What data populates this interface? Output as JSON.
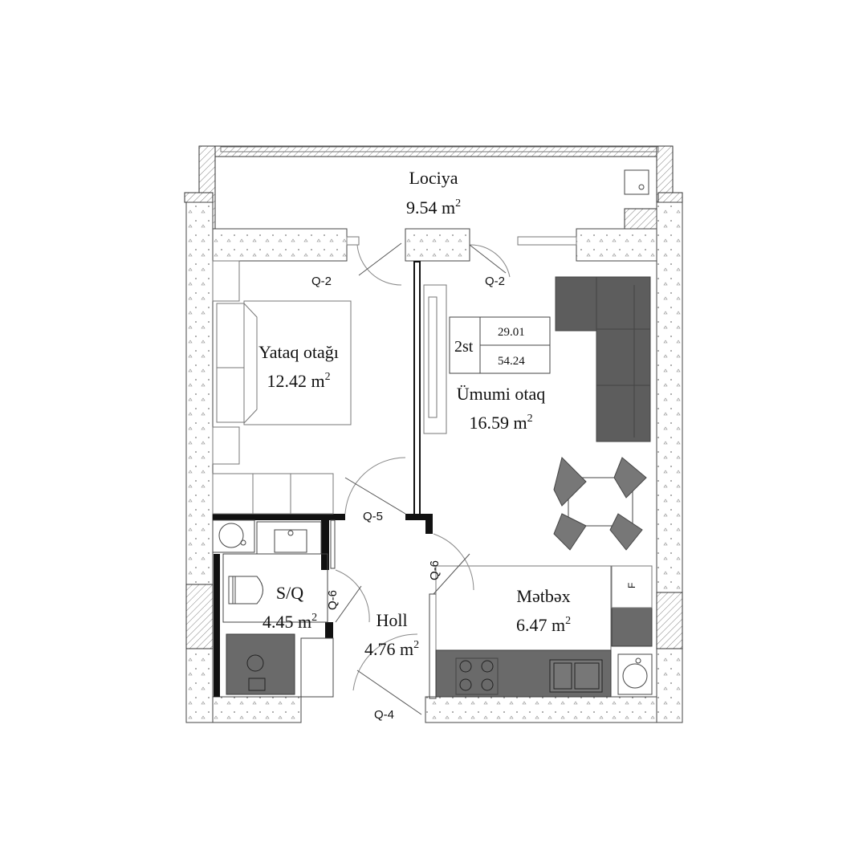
{
  "rooms": {
    "lociya": {
      "name": "Lociya",
      "area": "9.54 m",
      "unit_sup": "2"
    },
    "yataq": {
      "name": "Yataq otağı",
      "area": "12.42 m",
      "unit_sup": "2"
    },
    "umumi": {
      "name": "Ümumi otaq",
      "area": "16.59 m",
      "unit_sup": "2"
    },
    "sq": {
      "name": "S/Q",
      "area": "4.45 m",
      "unit_sup": "2"
    },
    "holl": {
      "name": "Holl",
      "area": "4.76 m",
      "unit_sup": "2"
    },
    "metbex": {
      "name": "Mətbəx",
      "area": "6.47 m",
      "unit_sup": "2"
    }
  },
  "doors": {
    "q2_left": "Q-2",
    "q2_right": "Q-2",
    "q5": "Q-5",
    "q6_holl": "Q-6",
    "q6_sq": "Q-6",
    "q4": "Q-4"
  },
  "apartment_table": {
    "rooms_label": "2st",
    "living_area": "29.01",
    "total_area": "54.24"
  },
  "fridge_label": "F",
  "colors": {
    "furniture_dark": "#5d5d5d",
    "wall_line": "#333333",
    "background": "#ffffff"
  }
}
